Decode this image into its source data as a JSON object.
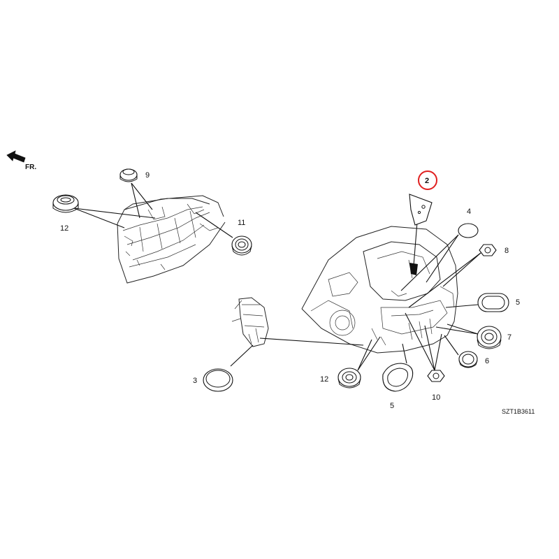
{
  "direction": {
    "label": "FR."
  },
  "diagram_code": "SZT1B3611",
  "highlight": {
    "color": "#e02020",
    "callout": "2"
  },
  "callouts": [
    "9",
    "12",
    "11",
    "2",
    "4",
    "8",
    "5",
    "7",
    "6",
    "3",
    "12",
    "5",
    "10"
  ],
  "parts": [
    {
      "id": "9",
      "shape": "grommet-small"
    },
    {
      "id": "12",
      "shape": "grommet-large"
    },
    {
      "id": "11",
      "shape": "grommet-round"
    },
    {
      "id": "2",
      "shape": "plug-seal"
    },
    {
      "id": "4",
      "shape": "oval-plug"
    },
    {
      "id": "8",
      "shape": "nut-grommet"
    },
    {
      "id": "5",
      "shape": "oval-grommet"
    },
    {
      "id": "7",
      "shape": "grommet-large"
    },
    {
      "id": "6",
      "shape": "grommet-round"
    },
    {
      "id": "3",
      "shape": "oval-plug"
    },
    {
      "id": "10",
      "shape": "nut-grommet"
    }
  ]
}
